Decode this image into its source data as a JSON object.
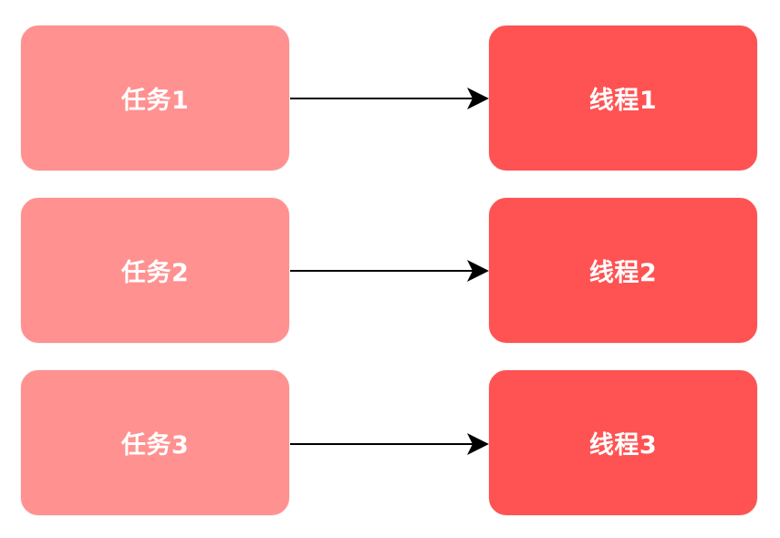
{
  "colors": {
    "task_fill": "#ff9190",
    "thread_fill": "#ff5252",
    "arrow": "#000000",
    "label": "#ffffff"
  },
  "rows": [
    {
      "task": "任务1",
      "thread": "线程1"
    },
    {
      "task": "任务2",
      "thread": "线程2"
    },
    {
      "task": "任务3",
      "thread": "线程3"
    }
  ]
}
